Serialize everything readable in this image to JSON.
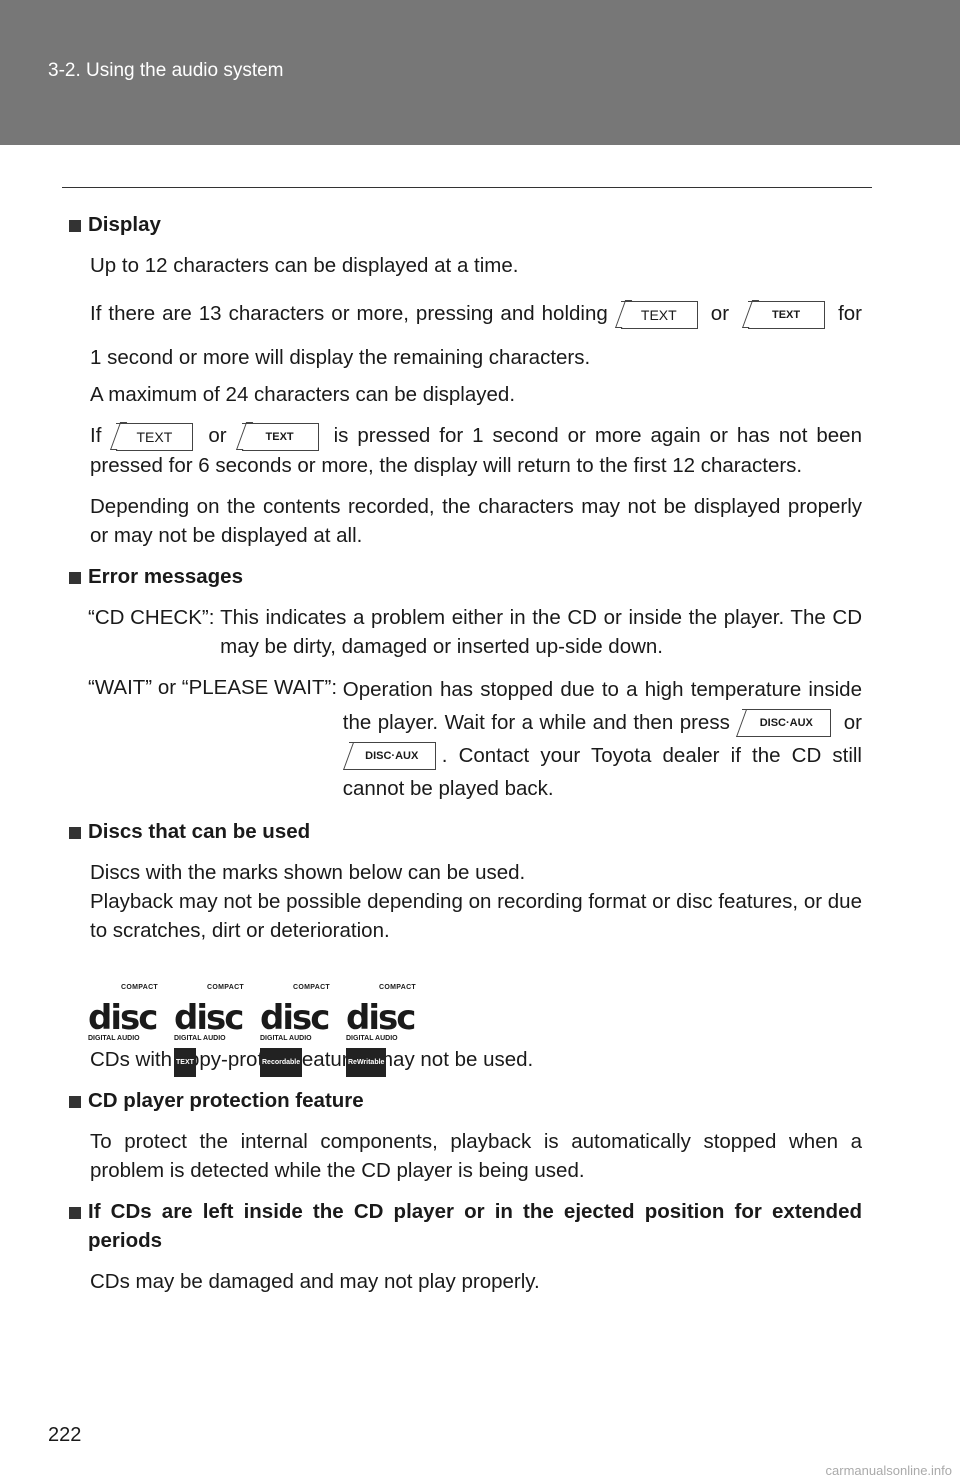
{
  "header": {
    "section": "3-2. Using the audio system"
  },
  "display": {
    "heading": "Display",
    "p1": "Up to 12 characters can be displayed at a time.",
    "p2a": "If there are 13 characters or more, pressing and holding",
    "or": "or",
    "p2b": "for 1 second or more will display the remaining characters.",
    "p3": "A maximum of 24 characters can be displayed.",
    "p4a": "If",
    "p4b": "is pressed for 1 second or more again or has not been pressed for 6 seconds or more, the display will return to the first 12 characters.",
    "p5": "Depending on the contents recorded, the characters may not be displayed properly or may not be displayed at all."
  },
  "buttons": {
    "text": "TEXT",
    "disc_aux": "DISC·AUX"
  },
  "errors": {
    "heading": "Error messages",
    "cd_check_key": "“CD CHECK”:",
    "cd_check_val": "This indicates a problem either in the CD or inside the player. The CD may be dirty, damaged or inserted up-side down.",
    "wait_key": "“WAIT” or “PLEASE WAIT”:",
    "wait_val_a": "Operation has stopped due to a high temperature inside the player. Wait for a while and then press",
    "wait_val_b": ". Contact your Toyota dealer if the CD still cannot be played back."
  },
  "discs": {
    "heading": "Discs that can be used",
    "p1": "Discs with the marks shown below can be used.",
    "p2": "Playback may not be possible depending on recording format or disc features, or due to scratches, dirt or deterioration.",
    "logo_top": "COMPACT",
    "logo_disc": "disc",
    "logo_sub": "DIGITAL AUDIO",
    "logo_tags": [
      "TEXT",
      "Recordable",
      "ReWritable"
    ],
    "p3": "CDs with copy-protect features may not be used."
  },
  "protect": {
    "heading": "CD player protection feature",
    "p1": "To protect the internal components, playback is automatically stopped when a problem is detected while the CD player is being used."
  },
  "left": {
    "heading": "If CDs are left inside the CD player or in the ejected position for extended periods",
    "p1": "CDs may be damaged and may not play properly."
  },
  "footer": {
    "page": "222",
    "watermark": "carmanualsonline.info"
  }
}
